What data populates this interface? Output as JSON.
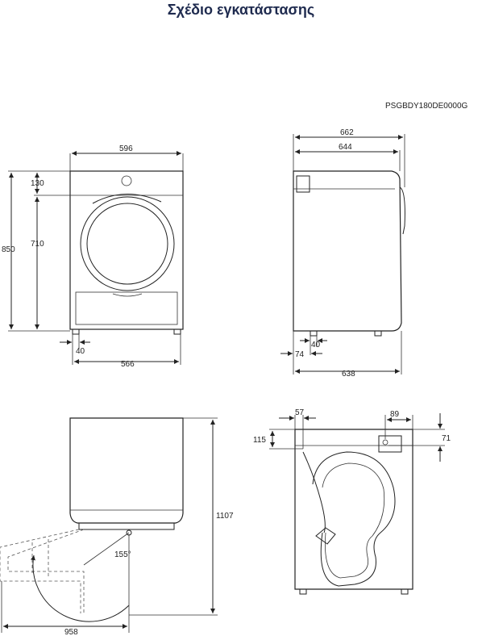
{
  "header": {
    "title": "Σχέδιο εγκατάστασης",
    "model_code": "PSGBDY180DE0000G"
  },
  "front_view": {
    "width": "596",
    "height_total": "850",
    "top_panel": "130",
    "door_height": "710",
    "foot_offset": "40",
    "foot_span": "566"
  },
  "side_view": {
    "depth_total": "662",
    "depth_body": "644",
    "foot_back": "40",
    "rear_offset": "74",
    "depth_base": "638"
  },
  "door_view": {
    "height_stacked": "1107",
    "angle": "155°",
    "width_open": "958"
  },
  "rear_view": {
    "dim_left_top": "57",
    "dim_left_height": "115",
    "dim_right_top": "89",
    "dim_right_height": "71"
  }
}
